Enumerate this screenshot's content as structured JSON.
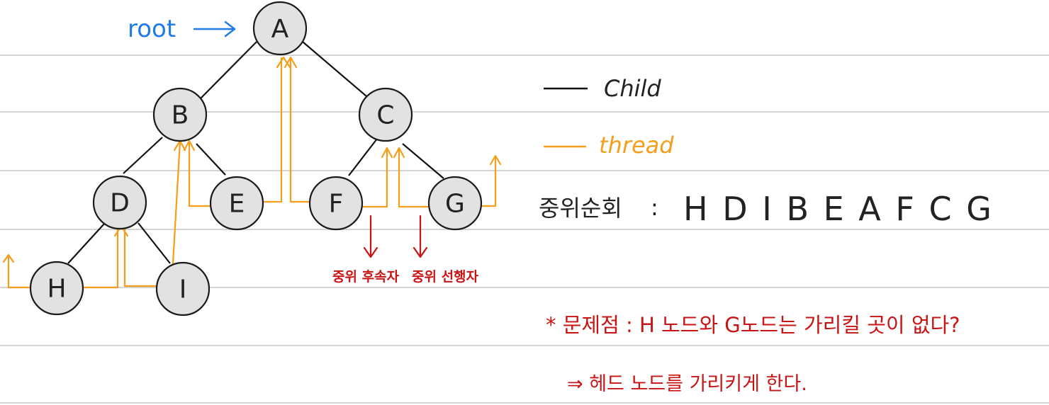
{
  "diagram": {
    "root_label": "root",
    "nodes": [
      "A",
      "B",
      "C",
      "D",
      "E",
      "F",
      "G",
      "H",
      "I"
    ],
    "legend": {
      "child_label": "Child",
      "thread_label": "thread"
    },
    "inorder": {
      "label": "중위순회",
      "separator": ":",
      "sequence": "H D I B E A F C G"
    },
    "annotations": {
      "successor": "중위 후속자",
      "predecessor": "중위 선행자"
    },
    "problem": "* 문제점 : H 노드와 G노드는 가리킬 곳이 없다?",
    "solution": "⇒ 헤드 노드를 가리키게 한다."
  },
  "colors": {
    "child": "#111111",
    "thread": "#f59e1b",
    "root": "#1e7be6",
    "note": "#c81414",
    "node_fill": "#e2e2e2"
  }
}
